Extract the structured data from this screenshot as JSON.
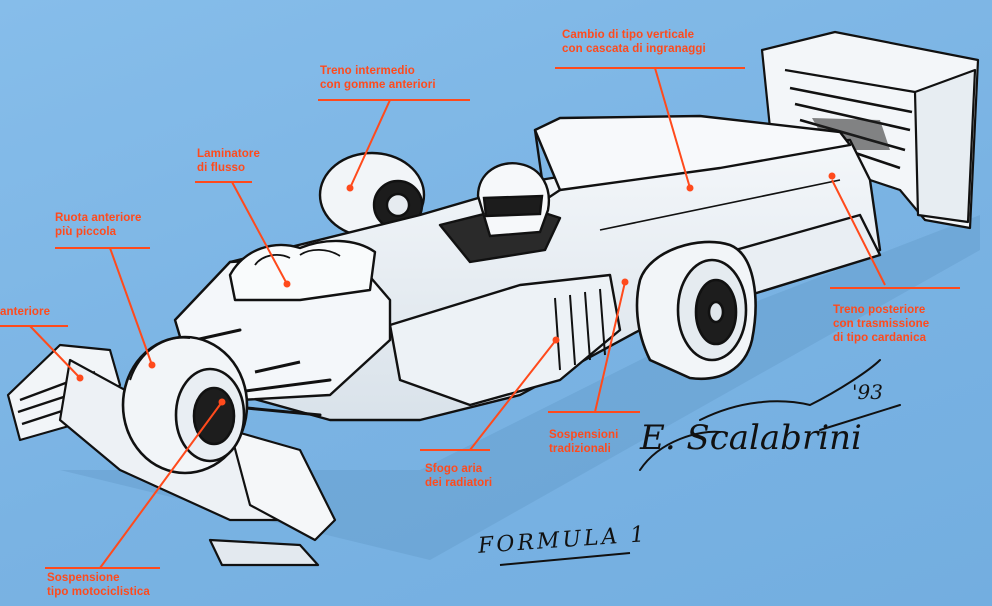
{
  "colors": {
    "background": "#7fb7e6",
    "accent": "#ff4a1c",
    "ink": "#111111"
  },
  "labels": {
    "cambio": {
      "line1": "Cambio di tipo verticale",
      "line2": "con cascata di ingranaggi"
    },
    "treno_int": {
      "line1": "Treno intermedio",
      "line2": "con gomme anteriori"
    },
    "laminatore": {
      "line1": "Laminatore",
      "line2": "di flusso"
    },
    "ruota": {
      "line1": "Ruota anteriore",
      "line2": "più piccola"
    },
    "alettone": {
      "line1": "anteriore"
    },
    "treno_post": {
      "line1": "Treno posteriore",
      "line2": "con trasmissione",
      "line3": "di tipo cardanica"
    },
    "sosp_trad": {
      "line1": "Sospensioni",
      "line2": "tradizionali"
    },
    "sfogo": {
      "line1": "Sfogo aria",
      "line2": "dei radiatori"
    },
    "sosp_moto": {
      "line1": "Sospensione",
      "line2": "tipo motociclistica"
    }
  },
  "signature": {
    "name": "E. Scalabrini",
    "year": "'93"
  },
  "caption": "FORMULA 1"
}
